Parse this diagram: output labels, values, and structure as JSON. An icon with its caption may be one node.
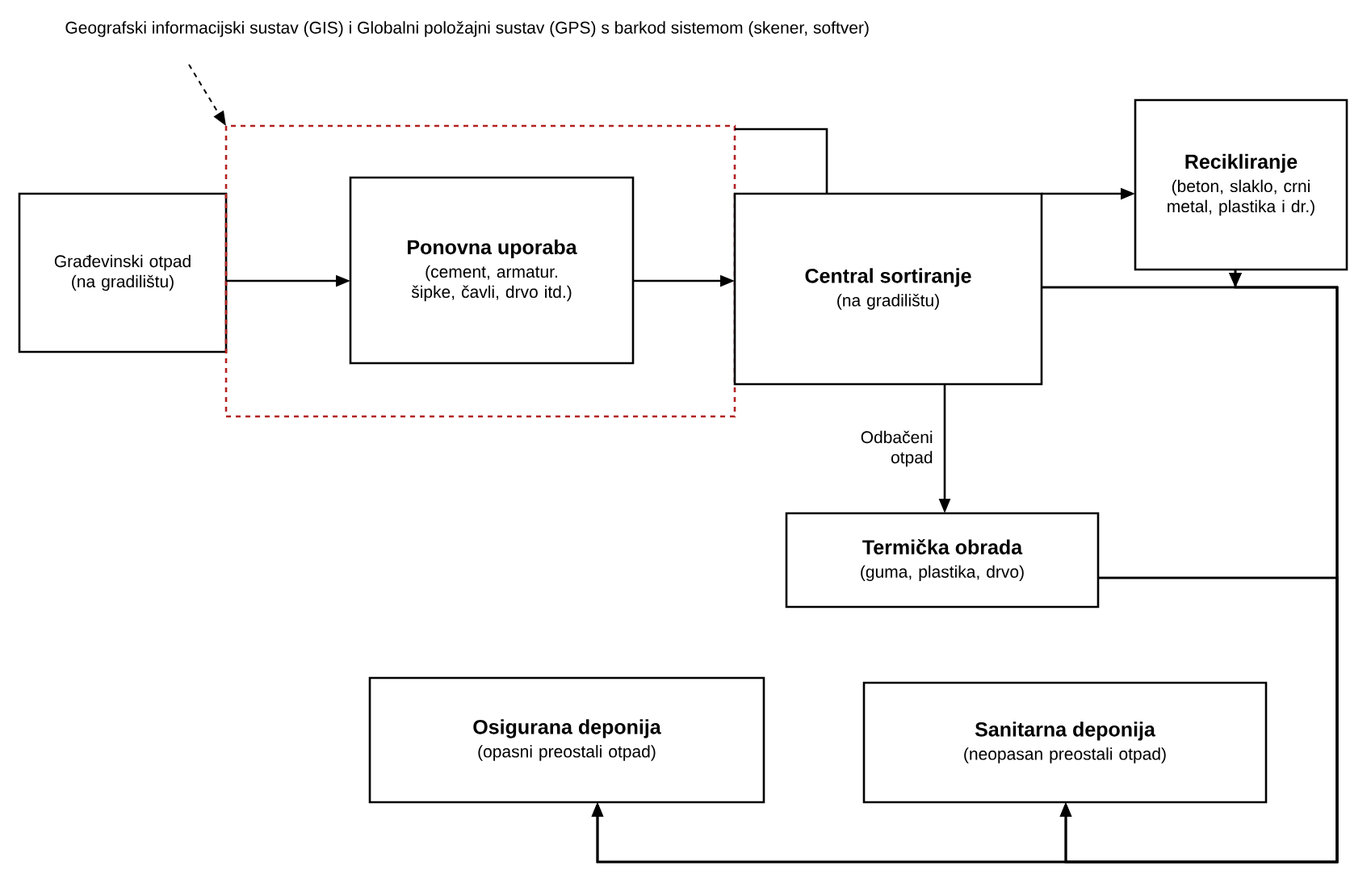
{
  "diagram": {
    "nodes": [
      {
        "text": [
          "Geografski informacijski sustav (GIS) i Globalni položajni sustav (GPS) s barkod sistemom (skener, softver)"
        ]
      },
      {
        "text": [
          "Građevinski otpad (na gradilištu)"
        ]
      },
      {
        "text": [],
        "shape": "box"
      },
      {
        "text": [
          "Ponovna uporaba",
          "(cement, armatur. šipke, čavli, drvo itd.)"
        ],
        "in": 2
      },
      {
        "text": [
          "Central sortiranje",
          "(na gradilištu)"
        ]
      },
      {
        "text": [
          "Recikliranje",
          "(beton, slaklo, crni metal, plastika i dr.)"
        ]
      },
      {
        "text": [
          "Termička obrada",
          "(guma, plastika, drvo)"
        ]
      },
      {
        "text": [
          "Osigurana deponija",
          "(opasni preostali otpad)"
        ]
      },
      {
        "text": [
          "Sanitarna deponija",
          "(neopasan preostali otpad)"
        ]
      }
    ],
    "edges": [
      {
        "from": 0,
        "to": 2,
        "arrow": "to",
        "style": "dashed"
      },
      {
        "from": 1,
        "to": 3,
        "arrow": "to"
      },
      {
        "from": 3,
        "to": 4,
        "arrow": "to"
      },
      {
        "from": 2,
        "to": 4,
        "arrow": "none"
      },
      {
        "from": 4,
        "to": 5,
        "arrow": "to"
      },
      {
        "from": 4,
        "to": 6,
        "arrow": "to",
        "label": "Odbačeni otpad"
      },
      {
        "from": 4,
        "to": 7,
        "arrow": "to"
      },
      {
        "from": 4,
        "to": 8,
        "arrow": "to"
      },
      {
        "from": 5,
        "to": 7,
        "arrow": "to"
      },
      {
        "from": 5,
        "to": 8,
        "arrow": "to"
      },
      {
        "from": 6,
        "to": 7,
        "arrow": "to"
      },
      {
        "from": 6,
        "to": 8,
        "arrow": "to"
      }
    ]
  }
}
